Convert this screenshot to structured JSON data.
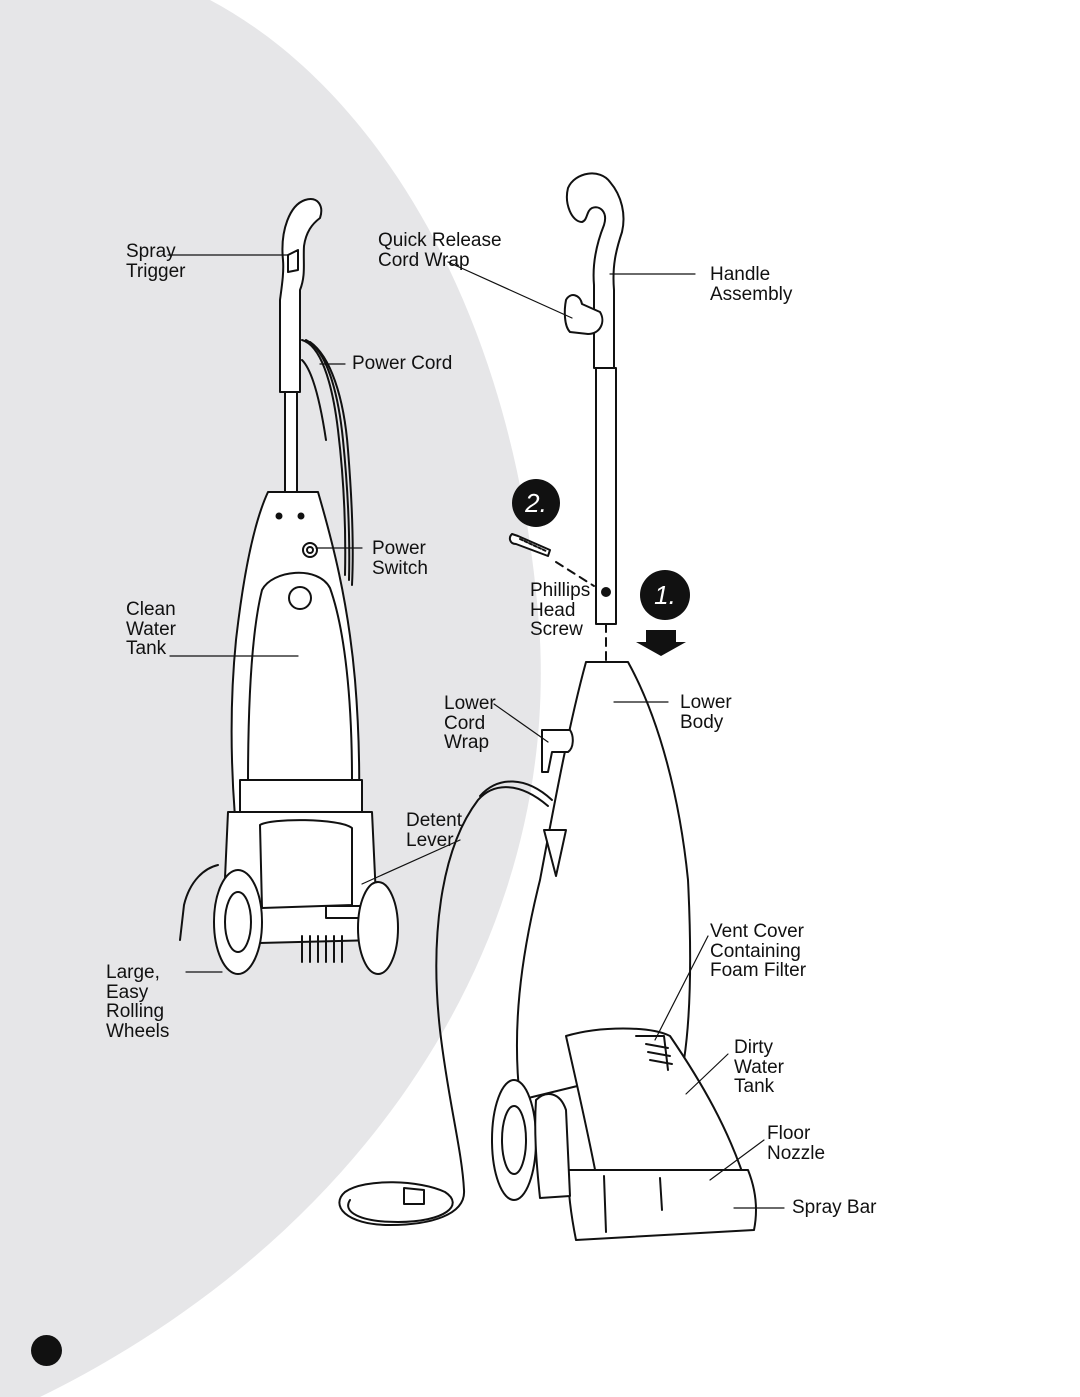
{
  "diagram": {
    "labels": {
      "spray_trigger": "Spray\nTrigger",
      "quick_release": "Quick Release\nCord Wrap",
      "handle_assembly": "Handle\nAssembly",
      "power_cord": "Power Cord",
      "power_switch": "Power\nSwitch",
      "clean_water_tank": "Clean\nWater\nTank",
      "phillips_screw": "Phillips\nHead\nScrew",
      "lower_cord_wrap": "Lower\nCord\nWrap",
      "lower_body": "Lower\nBody",
      "detent_lever": "Detent\nLever",
      "vent_cover": "Vent Cover\nContaining\nFoam Filter",
      "large_wheels": "Large,\nEasy\nRolling\nWheels",
      "dirty_water_tank": "Dirty\nWater\nTank",
      "floor_nozzle": "Floor\nNozzle",
      "spray_bar": "Spray Bar"
    },
    "steps": {
      "step1": "1.",
      "step2": "2."
    },
    "colors": {
      "background_arc": "#e6e6e8",
      "ink": "#111111"
    }
  }
}
